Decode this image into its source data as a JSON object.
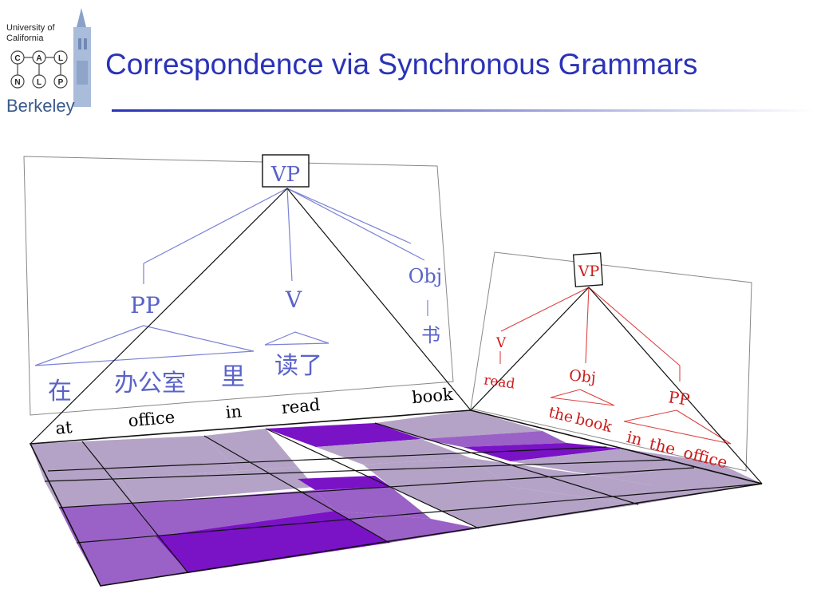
{
  "logo": {
    "line1": "University of",
    "line2": "California",
    "letters": [
      "C",
      "A",
      "L",
      "N",
      "L",
      "P"
    ],
    "wordmark": "Berkeley"
  },
  "title": "Correspondence via Synchronous Grammars",
  "source_tree": {
    "root": "VP",
    "pp": "PP",
    "v": "V",
    "obj": "Obj",
    "obj_word": "书",
    "pp_words": [
      "在",
      "办公室",
      "里"
    ],
    "v_word": "读了"
  },
  "target_tree": {
    "root": "VP",
    "v": "V",
    "v_word": "read",
    "obj": "Obj",
    "obj_words": [
      "the",
      "book"
    ],
    "pp": "PP",
    "pp_words": [
      "in",
      "the",
      "office"
    ]
  },
  "english_words": [
    "at",
    "office",
    "in",
    "read",
    "book"
  ],
  "colors": {
    "title": "#2a33b8",
    "source_tree": "#5a63c8",
    "target_tree": "#cc1a1a",
    "cell_light": "#b4a3c6",
    "cell_mid": "#9a62c6",
    "cell_dark": "#7a12c6"
  }
}
